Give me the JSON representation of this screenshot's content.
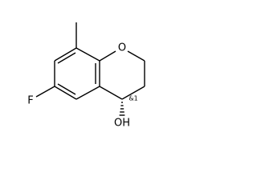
{
  "atoms": {
    "oxygen": "O",
    "fluorine": "F",
    "hydroxyl": "OH"
  },
  "stereo_label": "&1"
}
